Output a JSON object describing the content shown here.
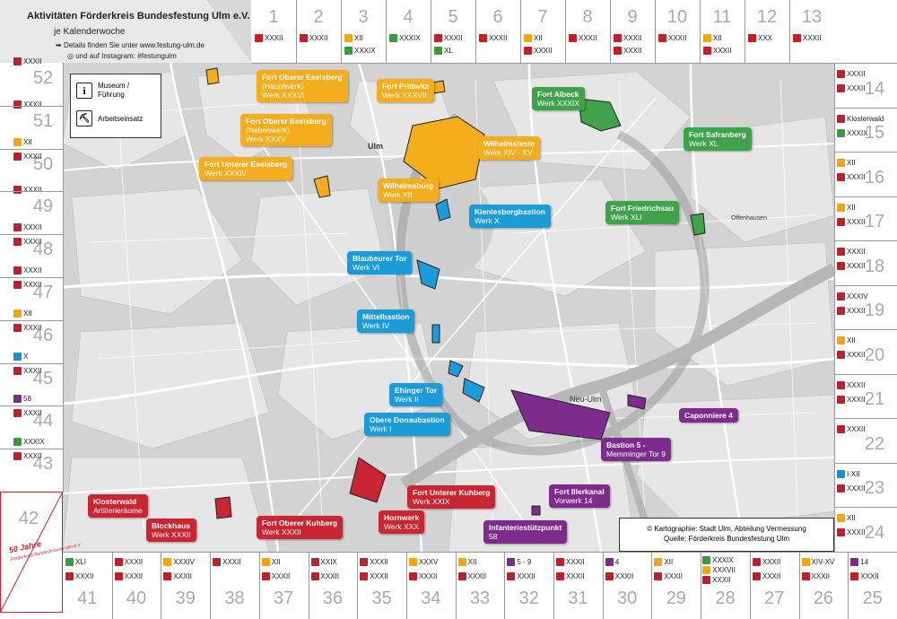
{
  "header": {
    "title": "Aktivitäten Förderkreis Bundesfestung Ulm e.V.",
    "subtitle": "je Kalenderwoche",
    "line1": "Details finden Sie unter www.festung-ulm.de",
    "line2": "und auf Instagram: #festungulm"
  },
  "legend": {
    "museum_label_1": "Museum /",
    "museum_label_2": "Führung",
    "work_label": "Arbeitseinsatz"
  },
  "credit": {
    "line1": "© Kartographie: Stadt Ulm, Abteilung Vermessung",
    "line2": "Quelle: Förderkreis Bundesfestung Ulm"
  },
  "corner": {
    "week": "42",
    "stamp_1": "50 Jahre",
    "stamp_2": "Förderkreis Bundesfestung Ulm e.V."
  },
  "colors": {
    "red": "#c92533",
    "yellow": "#f4ad1c",
    "green": "#3ea34a",
    "blue": "#1b9bd8",
    "purple": "#7d2c8d"
  },
  "top_weeks": [
    {
      "week": "1",
      "entries": [
        {
          "color": "red",
          "text": "XXXII"
        }
      ]
    },
    {
      "week": "2",
      "entries": [
        {
          "color": "red",
          "text": "XXXII"
        }
      ]
    },
    {
      "week": "3",
      "entries": [
        {
          "color": "yellow",
          "text": "XII"
        },
        {
          "color": "green",
          "text": "XXXIX"
        }
      ]
    },
    {
      "week": "4",
      "entries": [
        {
          "color": "green",
          "text": "XXXIX"
        }
      ]
    },
    {
      "week": "5",
      "entries": [
        {
          "color": "red",
          "text": "XXXII"
        },
        {
          "color": "green",
          "text": "XL"
        }
      ]
    },
    {
      "week": "6",
      "entries": [
        {
          "color": "red",
          "text": "XXXII"
        }
      ]
    },
    {
      "week": "7",
      "entries": [
        {
          "color": "yellow",
          "text": "XII"
        },
        {
          "color": "red",
          "text": "XXXII"
        }
      ]
    },
    {
      "week": "8",
      "entries": [
        {
          "color": "red",
          "text": "XXXII"
        }
      ]
    },
    {
      "week": "9",
      "entries": [
        {
          "color": "red",
          "text": "XXXII"
        },
        {
          "color": "red",
          "text": "XXXII"
        }
      ]
    },
    {
      "week": "10",
      "entries": [
        {
          "color": "red",
          "text": "XXXII"
        }
      ]
    },
    {
      "week": "11",
      "entries": [
        {
          "color": "yellow",
          "text": "XII"
        },
        {
          "color": "red",
          "text": "XXXII"
        }
      ]
    },
    {
      "week": "12",
      "entries": [
        {
          "color": "red",
          "text": "XXX"
        }
      ]
    },
    {
      "week": "13",
      "entries": [
        {
          "color": "red",
          "text": "XXXII"
        }
      ]
    }
  ],
  "right_weeks": [
    {
      "week": "14",
      "entries": [
        {
          "color": "red",
          "text": "XXXII"
        },
        {
          "color": "red",
          "text": "XXXII"
        }
      ]
    },
    {
      "week": "15",
      "entries": [
        {
          "color": "red",
          "text": "Klosterwald"
        },
        {
          "color": "green",
          "text": "XXXIX"
        }
      ]
    },
    {
      "week": "16",
      "entries": [
        {
          "color": "yellow",
          "text": "XII"
        },
        {
          "color": "red",
          "text": "XXXII"
        }
      ]
    },
    {
      "week": "17",
      "entries": [
        {
          "color": "yellow",
          "text": "XII"
        },
        {
          "color": "red",
          "text": "XXXII"
        }
      ]
    },
    {
      "week": "18",
      "entries": [
        {
          "color": "red",
          "text": "XXXII"
        },
        {
          "color": "red",
          "text": "XXXII"
        }
      ]
    },
    {
      "week": "19",
      "entries": [
        {
          "color": "red",
          "text": "XXXIV"
        },
        {
          "color": "red",
          "text": "XXXII"
        }
      ]
    },
    {
      "week": "20",
      "entries": [
        {
          "color": "yellow",
          "text": "XII"
        },
        {
          "color": "red",
          "text": "XXXII"
        }
      ]
    },
    {
      "week": "21",
      "entries": [
        {
          "color": "red",
          "text": "XXXII"
        },
        {
          "color": "red",
          "text": "XXXII"
        }
      ]
    },
    {
      "week": "22",
      "entries": [
        {
          "color": "red",
          "text": "XXXII"
        }
      ]
    },
    {
      "week": "23",
      "entries": [
        {
          "color": "blue",
          "text": "I-XII"
        },
        {
          "color": "red",
          "text": "XXXII"
        }
      ]
    },
    {
      "week": "24",
      "entries": [
        {
          "color": "yellow",
          "text": "XII"
        },
        {
          "color": "red",
          "text": "XXXII"
        }
      ]
    }
  ],
  "bottom_weeks": [
    {
      "week": "41",
      "entries": [
        {
          "color": "green",
          "text": "XLI"
        },
        {
          "color": "red",
          "text": "XXXII"
        }
      ]
    },
    {
      "week": "40",
      "entries": [
        {
          "color": "red",
          "text": "XXXII"
        },
        {
          "color": "red",
          "text": "XXXII"
        }
      ]
    },
    {
      "week": "39",
      "entries": [
        {
          "color": "yellow",
          "text": "XXXIV"
        },
        {
          "color": "red",
          "text": "XXXII"
        }
      ]
    },
    {
      "week": "38",
      "entries": [
        {
          "color": "red",
          "text": "XXXII"
        }
      ]
    },
    {
      "week": "37",
      "entries": [
        {
          "color": "yellow",
          "text": "XII"
        },
        {
          "color": "red",
          "text": "XXXII"
        }
      ]
    },
    {
      "week": "36",
      "entries": [
        {
          "color": "red",
          "text": "XXIX"
        },
        {
          "color": "red",
          "text": "XXXII"
        }
      ]
    },
    {
      "week": "35",
      "entries": [
        {
          "color": "red",
          "text": "XXXII"
        },
        {
          "color": "red",
          "text": "XXXII"
        }
      ]
    },
    {
      "week": "34",
      "entries": [
        {
          "color": "yellow",
          "text": "XXXV"
        },
        {
          "color": "red",
          "text": "XXXII"
        }
      ]
    },
    {
      "week": "33",
      "entries": [
        {
          "color": "yellow",
          "text": "XII"
        },
        {
          "color": "red",
          "text": "XXXII"
        }
      ]
    },
    {
      "week": "32",
      "entries": [
        {
          "color": "purple",
          "text": "5 - 9"
        },
        {
          "color": "red",
          "text": "XXXII"
        }
      ]
    },
    {
      "week": "31",
      "entries": [
        {
          "color": "red",
          "text": "XXXII"
        },
        {
          "color": "red",
          "text": "XXXII"
        }
      ]
    },
    {
      "week": "30",
      "entries": [
        {
          "color": "purple",
          "text": "4"
        },
        {
          "color": "red",
          "text": "XXXII"
        }
      ]
    },
    {
      "week": "29",
      "entries": [
        {
          "color": "yellow",
          "text": "XII"
        },
        {
          "color": "red",
          "text": "XXXII"
        }
      ]
    },
    {
      "week": "28",
      "entries": [
        {
          "color": "green",
          "text": "XXXIX"
        },
        {
          "color": "yellow",
          "text": "XXXVII"
        },
        {
          "color": "red",
          "text": "XXXII"
        }
      ]
    },
    {
      "week": "27",
      "entries": [
        {
          "color": "red",
          "text": "XXXII"
        },
        {
          "color": "red",
          "text": "XXXII"
        }
      ]
    },
    {
      "week": "26",
      "entries": [
        {
          "color": "yellow",
          "text": "XIV-XV"
        },
        {
          "color": "red",
          "text": "XXXII"
        }
      ]
    },
    {
      "week": "25",
      "entries": [
        {
          "color": "purple",
          "text": "14"
        },
        {
          "color": "red",
          "text": "XXXII"
        }
      ]
    }
  ],
  "left_weeks": [
    {
      "week": "52",
      "entries": [
        {
          "color": "red",
          "text": "XXXII"
        }
      ]
    },
    {
      "week": "51",
      "entries": [
        {
          "color": "red",
          "text": "XXXII"
        }
      ]
    },
    {
      "week": "50",
      "entries": [
        {
          "color": "yellow",
          "text": "XII"
        },
        {
          "color": "red",
          "text": "XXXII"
        }
      ]
    },
    {
      "week": "49",
      "entries": [
        {
          "color": "red",
          "text": "XXXII"
        }
      ]
    },
    {
      "week": "48",
      "entries": [
        {
          "color": "red",
          "text": "XXXII"
        },
        {
          "color": "red",
          "text": "XXXII"
        }
      ]
    },
    {
      "week": "47",
      "entries": [
        {
          "color": "red",
          "text": "XXXII"
        },
        {
          "color": "red",
          "text": "XXXII"
        }
      ]
    },
    {
      "week": "46",
      "entries": [
        {
          "color": "yellow",
          "text": "XII"
        },
        {
          "color": "red",
          "text": "XXXII"
        }
      ]
    },
    {
      "week": "45",
      "entries": [
        {
          "color": "blue",
          "text": "X"
        },
        {
          "color": "red",
          "text": "XXXII"
        }
      ]
    },
    {
      "week": "44",
      "entries": [
        {
          "color": "purple",
          "text": "58"
        },
        {
          "color": "red",
          "text": "XXXII"
        }
      ]
    },
    {
      "week": "43",
      "entries": [
        {
          "color": "green",
          "text": "XXXIX"
        },
        {
          "color": "red",
          "text": "XXXII"
        }
      ]
    }
  ],
  "map_labels": [
    {
      "id": "fort-oberer-eselsberg-hauptwerk",
      "color": "yellow",
      "title": "Fort Oberer Eselsberg",
      "sub1": "(Hauptwerk)",
      "sub2": "Werk XXXVI"
    },
    {
      "id": "fort-prittwitz",
      "color": "yellow",
      "title": "Fort Prittwitz",
      "sub1": "Werk XXXVII",
      "sub2": ""
    },
    {
      "id": "fort-oberer-eselsberg-nebenwerk",
      "color": "yellow",
      "title": "Fort Oberer Eselsberg",
      "sub1": "(Nebenwerk)",
      "sub2": "Werk XXXV"
    },
    {
      "id": "wilhelmsfeste",
      "color": "yellow",
      "title": "Wilhelmsfeste",
      "sub1": "Werk XIV - XV",
      "sub2": ""
    },
    {
      "id": "fort-unterer-eselsberg",
      "color": "yellow",
      "title": "Fort Unterer Eselsberg",
      "sub1": "Werk XXXIV",
      "sub2": ""
    },
    {
      "id": "wilhelmsburg",
      "color": "yellow",
      "title": "Wilhelmsburg",
      "sub1": "Werk XII",
      "sub2": ""
    },
    {
      "id": "fort-albeck",
      "color": "green",
      "title": "Fort Albeck",
      "sub1": "Werk XXXIX",
      "sub2": ""
    },
    {
      "id": "fort-safranberg",
      "color": "green",
      "title": "Fort Safranberg",
      "sub1": "Werk XL",
      "sub2": ""
    },
    {
      "id": "fort-friedrichsau",
      "color": "green",
      "title": "Fort Friedrichsau",
      "sub1": "Werk XLI",
      "sub2": ""
    },
    {
      "id": "kienlesbergbastion",
      "color": "blue",
      "title": "Kienlesbergbastion",
      "sub1": "Werk X",
      "sub2": ""
    },
    {
      "id": "blaubeurer-tor",
      "color": "blue",
      "title": "Blaubeurer Tor",
      "sub1": "Werk VI",
      "sub2": ""
    },
    {
      "id": "mittelbastion",
      "color": "blue",
      "title": "Mittelbastion",
      "sub1": "Werk IV",
      "sub2": ""
    },
    {
      "id": "ehinger-tor",
      "color": "blue",
      "title": "Ehinger Tor",
      "sub1": "Werk II",
      "sub2": ""
    },
    {
      "id": "obere-donaubastion",
      "color": "blue",
      "title": "Obere Donaubastion",
      "sub1": "Werk I",
      "sub2": ""
    },
    {
      "id": "caponniere-4",
      "color": "purple",
      "title": "Caponniere 4",
      "sub1": "",
      "sub2": ""
    },
    {
      "id": "bastion-5",
      "color": "purple",
      "title": "Bastion 5 -",
      "sub1": "Memminger Tor 9",
      "sub2": ""
    },
    {
      "id": "fort-illerkanal",
      "color": "purple",
      "title": "Fort Illerkanal",
      "sub1": "Vorwerk 14",
      "sub2": ""
    },
    {
      "id": "infanteriestuetzpunkt-58",
      "color": "purple",
      "title": "Infanteriestützpunkt",
      "sub1": "58",
      "sub2": ""
    },
    {
      "id": "klosterwald",
      "color": "red",
      "title": "Klosterwald",
      "sub1": "Artillerieräume",
      "sub2": ""
    },
    {
      "id": "fort-unterer-kuhberg",
      "color": "red",
      "title": "Fort Unterer Kuhberg",
      "sub1": "Werk XXIX",
      "sub2": ""
    },
    {
      "id": "blockhaus",
      "color": "red",
      "title": "Blockhaus",
      "sub1": "Werk XXXII",
      "sub2": ""
    },
    {
      "id": "fort-oberer-kuhberg",
      "color": "red",
      "title": "Fort Oberer Kuhberg",
      "sub1": "Werk XXXII",
      "sub2": ""
    },
    {
      "id": "hornwerk",
      "color": "red",
      "title": "Hornwerk",
      "sub1": "Werk XXX",
      "sub2": ""
    }
  ],
  "city_names": {
    "ulm": "Ulm",
    "neu_ulm": "Neu-Ulm",
    "offenhausen": "Offenhausen"
  }
}
